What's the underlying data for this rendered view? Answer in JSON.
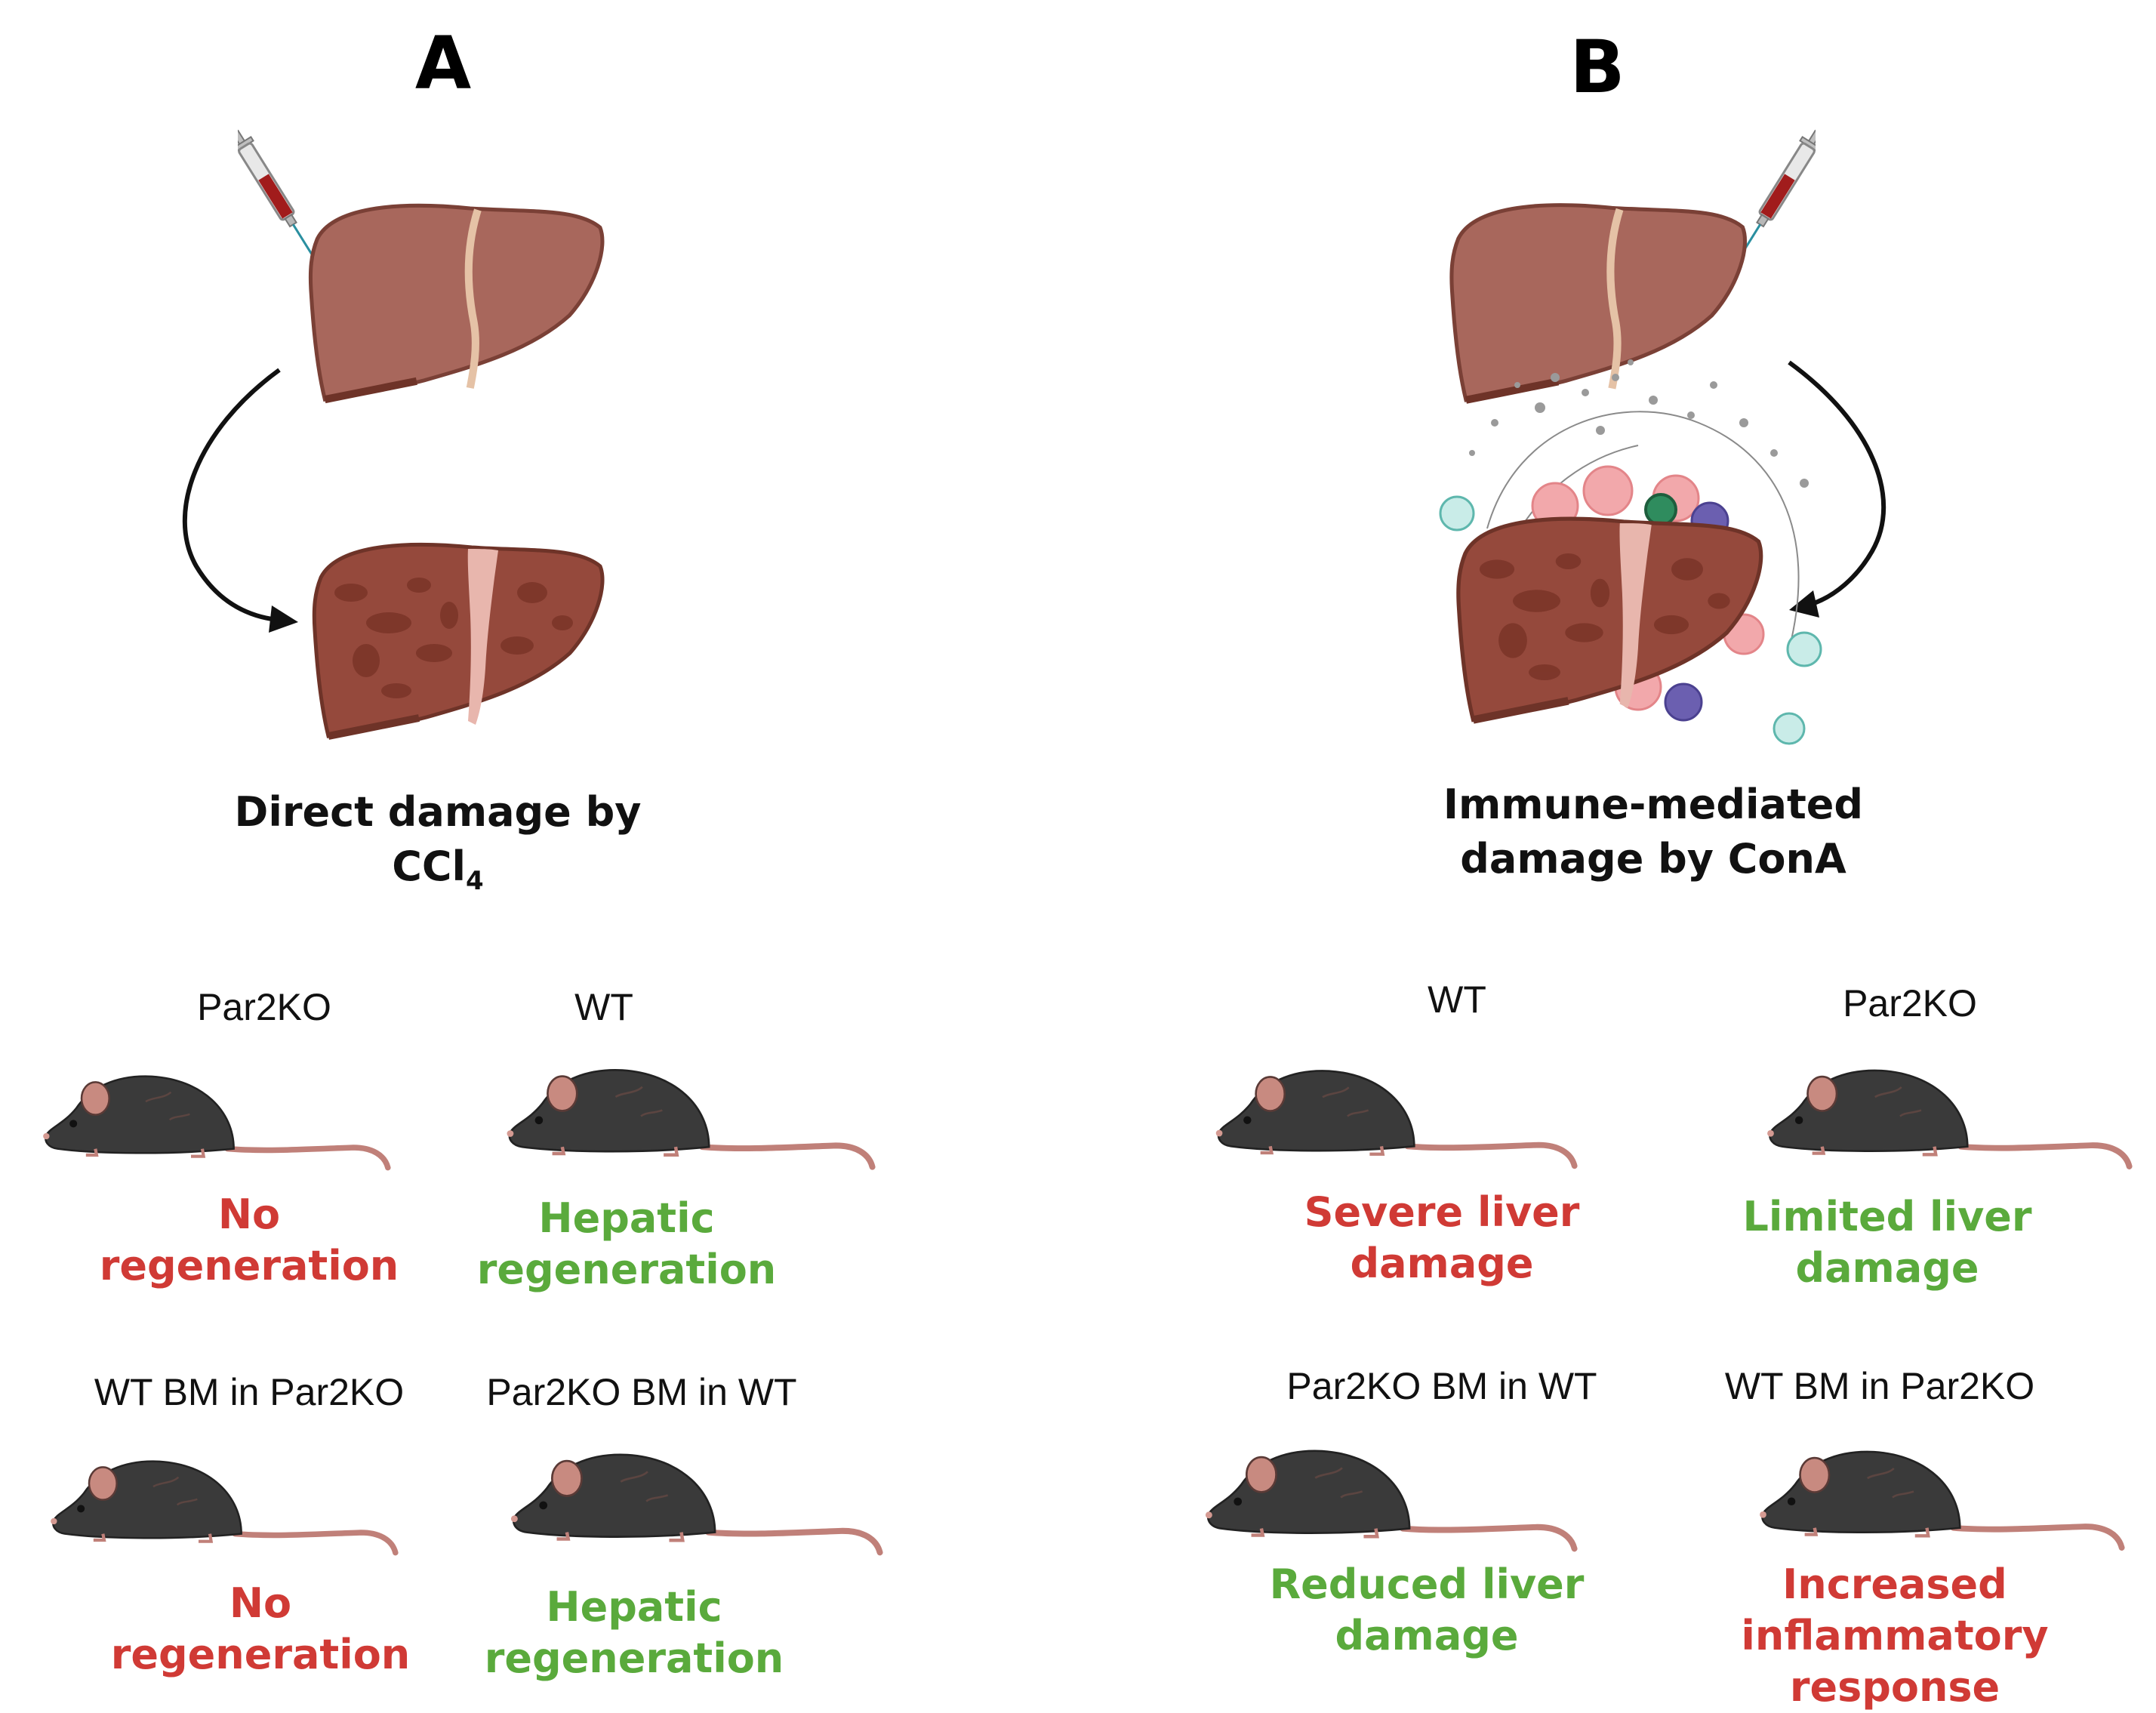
{
  "panels": {
    "a": {
      "letter": "A",
      "caption_line1": "Direct damage by",
      "caption_line2": "CCl",
      "caption_sub": "4",
      "mice": [
        {
          "label": "Par2KO",
          "outcome_line1": "No",
          "outcome_line2": "regeneration",
          "outcome_color": "#d03a35"
        },
        {
          "label": "WT",
          "outcome_line1": "Hepatic",
          "outcome_line2": "regeneration",
          "outcome_color": "#5aaa3c"
        },
        {
          "label": "WT BM in Par2KO",
          "outcome_line1": "No",
          "outcome_line2": "regeneration",
          "outcome_color": "#d03a35"
        },
        {
          "label": "Par2KO BM in WT",
          "outcome_line1": "Hepatic",
          "outcome_line2": "regeneration",
          "outcome_color": "#5aaa3c"
        }
      ]
    },
    "b": {
      "letter": "B",
      "caption_line1": "Immune-mediated",
      "caption_line2": "damage by ConA",
      "mice": [
        {
          "label": "WT",
          "outcome_line1": "Severe liver",
          "outcome_line2": "damage",
          "outcome_color": "#d03a35"
        },
        {
          "label": "Par2KO",
          "outcome_line1": "Limited liver",
          "outcome_line2": "damage",
          "outcome_color": "#5aaa3c"
        },
        {
          "label": "Par2KO BM in WT",
          "outcome_line1": "Reduced liver",
          "outcome_line2": "damage",
          "outcome_color": "#5aaa3c"
        },
        {
          "label": "WT BM in Par2KO",
          "outcome_line1": "Increased",
          "outcome_line2": "inflammatory response",
          "outcome_color": "#d03a35"
        }
      ]
    }
  },
  "colors": {
    "liver": "#a8675c",
    "liver_damaged": "#93493a",
    "mouse_fur": "#3a3a3a",
    "mouse_skin": "#c88a80",
    "arrow": "#111111"
  },
  "icons": [
    "syringe-icon",
    "liver-icon",
    "damaged-liver-icon",
    "immune-cells-icon",
    "mouse-icon",
    "curved-arrow-icon"
  ]
}
